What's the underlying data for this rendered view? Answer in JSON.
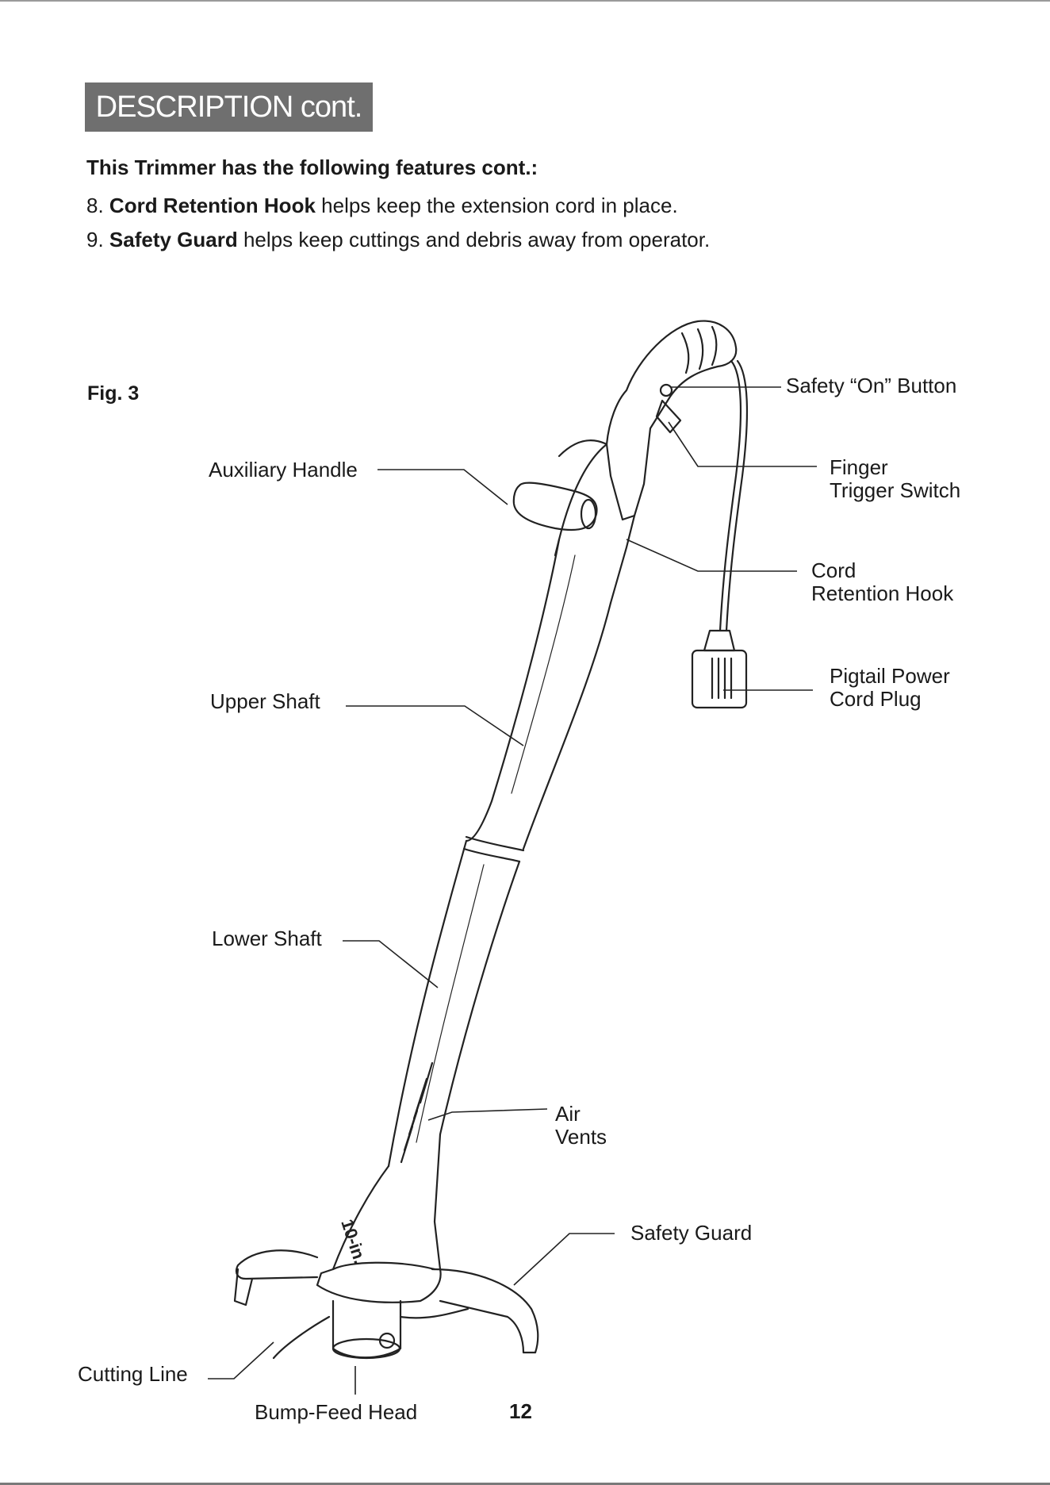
{
  "banner": {
    "title": "DESCRIPTION cont."
  },
  "intro": "This Trimmer has the following features cont.:",
  "features": [
    {
      "num": "8.",
      "term": "Cord Retention Hook",
      "desc": " helps keep the extension cord in place."
    },
    {
      "num": "9.",
      "term": "Safety Guard",
      "desc": " helps keep cuttings and debris away from operator."
    }
  ],
  "figure": {
    "label": "Fig. 3",
    "callouts": {
      "safety_on_button": "Safety “On” Button",
      "finger_trigger_line1": "Finger",
      "finger_trigger_line2": "Trigger Switch",
      "cord_retention_line1": "Cord",
      "cord_retention_line2": "Retention Hook",
      "pigtail_line1": "Pigtail Power",
      "pigtail_line2": "Cord Plug",
      "auxiliary_handle": "Auxiliary Handle",
      "upper_shaft": "Upper Shaft",
      "lower_shaft": "Lower Shaft",
      "air_vents_line1": "Air",
      "air_vents_line2": "Vents",
      "safety_guard": "Safety Guard",
      "cutting_line": "Cutting Line",
      "bump_feed_head": "Bump-Feed Head"
    },
    "housing_marking": "10-in."
  },
  "page_number": "12",
  "colors": {
    "banner_bg": "#6f6f6f",
    "ink": "#1a1a1a"
  }
}
